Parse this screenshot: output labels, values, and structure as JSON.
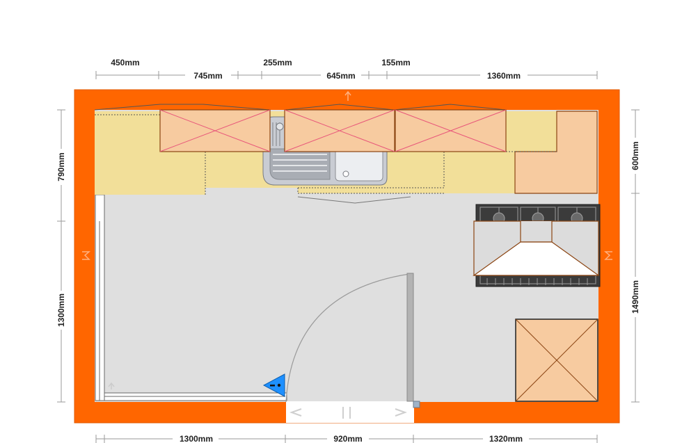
{
  "dimensions": {
    "top_row1": [
      "450mm",
      "255mm",
      "155mm"
    ],
    "top_row2": [
      "745mm",
      "645mm",
      "1360mm"
    ],
    "left": [
      "790mm",
      "1300mm"
    ],
    "right": [
      "600mm",
      "1490mm"
    ],
    "bottom": [
      "1300mm",
      "920mm",
      "1320mm"
    ]
  },
  "colors": {
    "wall": "#ff6600",
    "floor": "#dfdfdf",
    "counter": "#f2df99",
    "cabinet": "#f7cba0",
    "cabinet_outline": "#8b4513",
    "cross_lines": "#e8577a",
    "sink": "#c9ccd3",
    "hob": "#3b3b3b",
    "dimension_line": "#9a9a9a",
    "marker": "#1e90ff"
  },
  "icons": [
    "sink-icon",
    "hob-icon",
    "range-hood-icon",
    "door-swing-icon",
    "camera-marker-icon"
  ]
}
